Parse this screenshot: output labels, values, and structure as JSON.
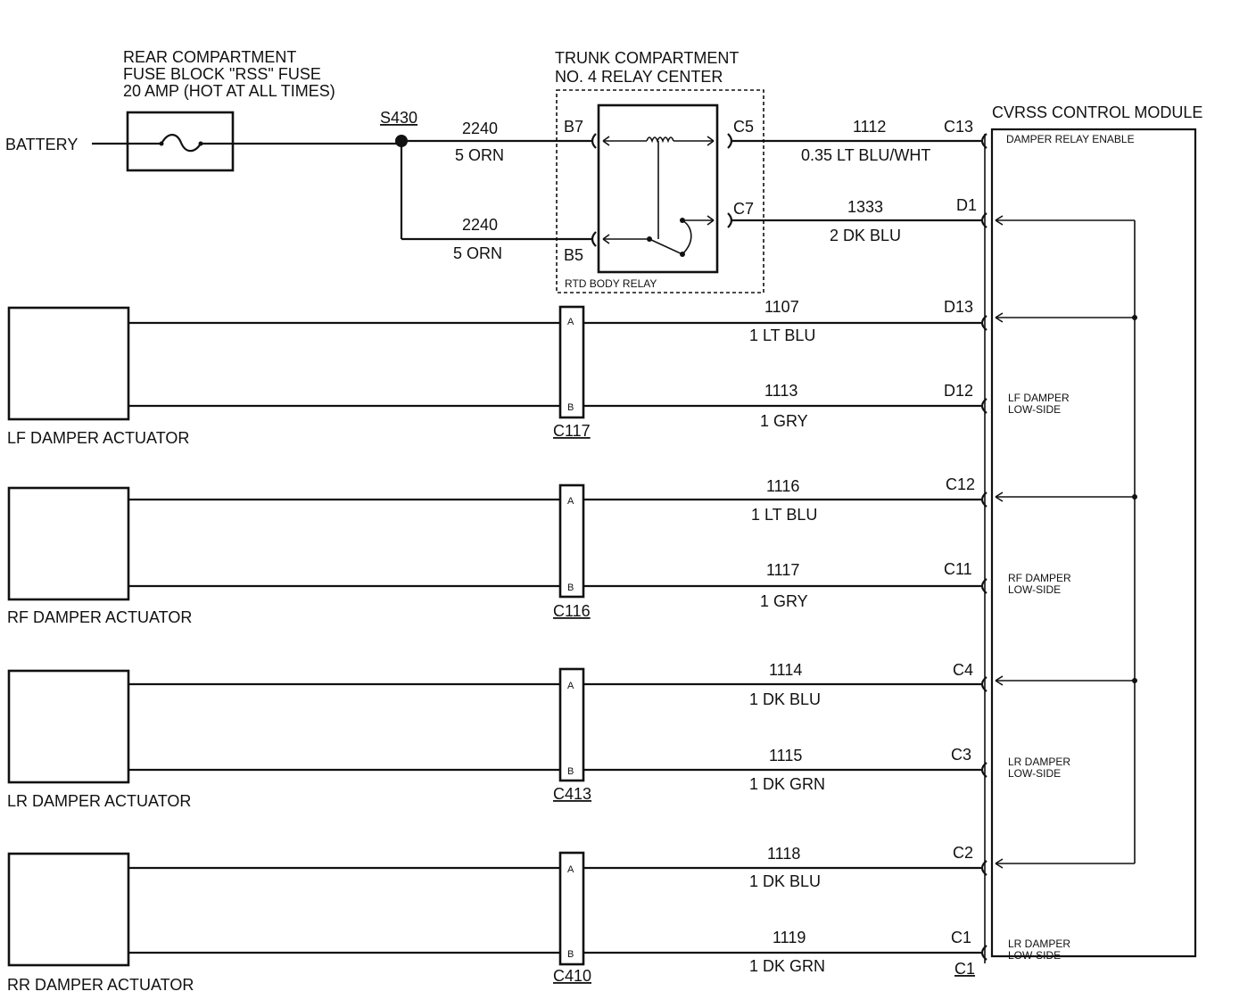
{
  "battery": {
    "label": "BATTERY"
  },
  "fuse_block": {
    "line1": "REAR COMPARTMENT",
    "line2": "FUSE BLOCK \"RSS\" FUSE",
    "line3": "20 AMP (HOT AT ALL TIMES)"
  },
  "splice": {
    "label": "S430"
  },
  "relay_center": {
    "line1": "TRUNK COMPARTMENT",
    "line2": "NO. 4 RELAY CENTER",
    "relay_label": "RTD BODY RELAY",
    "pins": {
      "b7": "B7",
      "b5": "B5",
      "c5": "C5",
      "c7": "C7"
    }
  },
  "module": {
    "title": "CVRSS CONTROL MODULE",
    "enable_label": "DAMPER RELAY ENABLE",
    "lf_label": [
      "LF DAMPER",
      "LOW-SIDE"
    ],
    "rf_label": [
      "RF DAMPER",
      "LOW-SIDE"
    ],
    "lr_label": [
      "LR DAMPER",
      "LOW-SIDE"
    ],
    "rr_label": [
      "LR DAMPER",
      "LOW-SIDE"
    ]
  },
  "feed_wires": [
    {
      "circuit": "2240",
      "color": "5 ORN"
    },
    {
      "circuit": "2240",
      "color": "5 ORN"
    }
  ],
  "relay_wires": [
    {
      "circuit": "1112",
      "color": "0.35 LT BLU/WHT",
      "pin": "C13"
    },
    {
      "circuit": "1333",
      "color": "2 DK BLU",
      "pin": "D1"
    }
  ],
  "actuators": [
    {
      "name": "LF DAMPER ACTUATOR",
      "connector": "C117",
      "wires": [
        {
          "circuit": "1107",
          "color": "1 LT BLU",
          "pin": "D13",
          "conn_pin": "A"
        },
        {
          "circuit": "1113",
          "color": "1 GRY",
          "pin": "D12",
          "conn_pin": "B"
        }
      ]
    },
    {
      "name": "RF DAMPER ACTUATOR",
      "connector": "C116",
      "wires": [
        {
          "circuit": "1116",
          "color": "1 LT BLU",
          "pin": "C12",
          "conn_pin": "A"
        },
        {
          "circuit": "1117",
          "color": "1 GRY",
          "pin": "C11",
          "conn_pin": "B"
        }
      ]
    },
    {
      "name": "LR DAMPER ACTUATOR",
      "connector": "C413",
      "wires": [
        {
          "circuit": "1114",
          "color": "1 DK BLU",
          "pin": "C4",
          "conn_pin": "A"
        },
        {
          "circuit": "1115",
          "color": "1 DK GRN",
          "pin": "C3",
          "conn_pin": "B"
        }
      ]
    },
    {
      "name": "RR DAMPER ACTUATOR",
      "connector": "C410",
      "wires": [
        {
          "circuit": "1118",
          "color": "1 DK BLU",
          "pin": "C2",
          "conn_pin": "A"
        },
        {
          "circuit": "1119",
          "color": "1 DK GRN",
          "pin": "C1",
          "conn_pin": "B"
        }
      ]
    }
  ],
  "bottom_connector": {
    "label": "C1"
  }
}
